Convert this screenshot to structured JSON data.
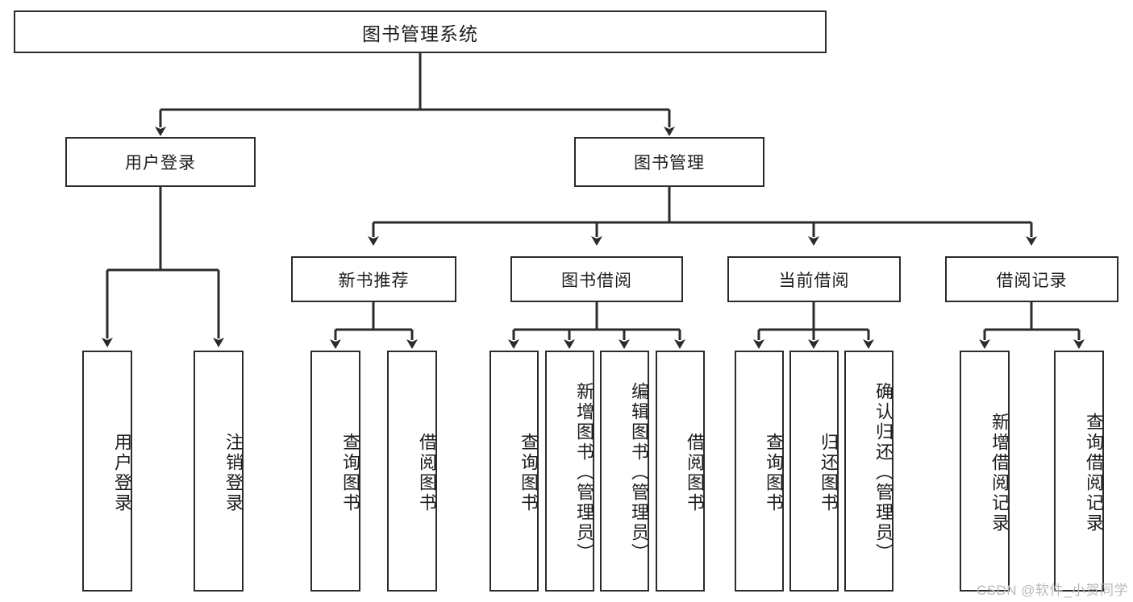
{
  "diagram": {
    "type": "tree-hierarchy",
    "title": "图书管理系统",
    "root": {
      "label": "图书管理系统"
    },
    "level1": [
      {
        "id": "user-login",
        "label": "用户登录"
      },
      {
        "id": "book-management",
        "label": "图书管理"
      }
    ],
    "level2": [
      {
        "id": "new-book-recommend",
        "label": "新书推荐",
        "parent": "book-management"
      },
      {
        "id": "book-borrow",
        "label": "图书借阅",
        "parent": "book-management"
      },
      {
        "id": "current-borrow",
        "label": "当前借阅",
        "parent": "book-management"
      },
      {
        "id": "borrow-record",
        "label": "借阅记录",
        "parent": "book-management"
      }
    ],
    "leaves": [
      {
        "id": "leaf-user-login",
        "label": "用户登录",
        "parent": "user-login"
      },
      {
        "id": "leaf-user-logout",
        "label": "注销登录",
        "parent": "user-login"
      },
      {
        "id": "leaf-query-book-1",
        "label": "查询图书",
        "parent": "new-book-recommend"
      },
      {
        "id": "leaf-borrow-book-1",
        "label": "借阅图书",
        "parent": "new-book-recommend"
      },
      {
        "id": "leaf-query-book-2",
        "label": "查询图书",
        "parent": "book-borrow"
      },
      {
        "id": "leaf-add-book",
        "label": "新增图书（管理员）",
        "parent": "book-borrow"
      },
      {
        "id": "leaf-edit-book",
        "label": "编辑图书（管理员）",
        "parent": "book-borrow"
      },
      {
        "id": "leaf-borrow-book-2",
        "label": "借阅图书",
        "parent": "book-borrow"
      },
      {
        "id": "leaf-query-book-3",
        "label": "查询图书",
        "parent": "current-borrow"
      },
      {
        "id": "leaf-return-book",
        "label": "归还图书",
        "parent": "current-borrow"
      },
      {
        "id": "leaf-confirm-return",
        "label": "确认归还（管理员）",
        "parent": "current-borrow"
      },
      {
        "id": "leaf-add-record",
        "label": "新增借阅记录",
        "parent": "borrow-record"
      },
      {
        "id": "leaf-query-record",
        "label": "查询借阅记录",
        "parent": "borrow-record"
      }
    ],
    "colors": {
      "background": "#ffffff",
      "box_border": "#2b2b2b",
      "box_fill": "#ffffff",
      "text": "#1d1d1d",
      "connector": "#2b2b2b",
      "watermark": "#b9b9b9"
    }
  },
  "watermark": {
    "text": "CSDN @软件_小贺同学"
  }
}
